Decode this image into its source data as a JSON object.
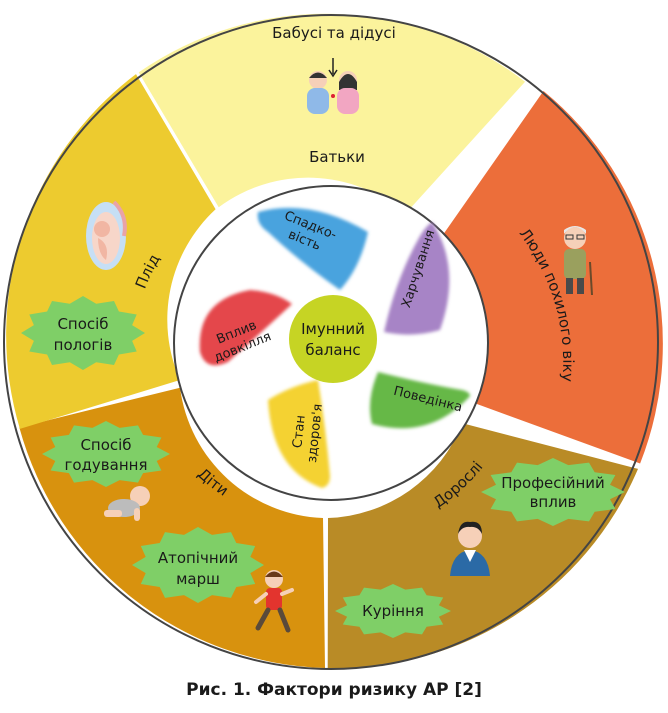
{
  "colors": {
    "grandparents": "#fbf39c",
    "elderly": "#ec6e3a",
    "adults": "#b98b26",
    "children": "#d8920e",
    "fetus": "#edcb2f",
    "badge": "#7fcf67",
    "center": "#c6d424",
    "heredity": "#4aa3de",
    "nutrition": "#a784c6",
    "behavior": "#66b847",
    "health": "#f4d230",
    "environment": "#e4474b"
  },
  "ring": {
    "grandparents": "Бабусі та дідусі",
    "parents": "Батьки",
    "elderly": "Люди похилого віку",
    "adults": "Дорослі",
    "children": "Діти",
    "fetus": "Плід"
  },
  "badges": {
    "birth_method": [
      "Спосіб",
      "пологів"
    ],
    "feeding_method": [
      "Спосіб",
      "годування"
    ],
    "atopic_march": [
      "Атопічний",
      "марш"
    ],
    "professional": [
      "Професійний",
      "вплив"
    ],
    "smoking": "Куріння"
  },
  "center": {
    "title_1": "Імунний",
    "title_2": "баланс",
    "heredity": [
      "Спадко-",
      "вість"
    ],
    "nutrition": "Харчування",
    "behavior": "Поведінка",
    "health": [
      "Стан",
      "здоров'я"
    ],
    "environment": [
      "Вплив",
      "довкілля"
    ]
  },
  "icons": {
    "grandparents": "couple-icon",
    "fetus": "fetus-in-womb-icon",
    "elderly": "elderly-man-icon",
    "adults": "adult-man-icon",
    "baby": "crawling-baby-icon",
    "runner": "running-child-icon"
  },
  "caption": "Рис. 1. Фактори ризику АР [2]"
}
